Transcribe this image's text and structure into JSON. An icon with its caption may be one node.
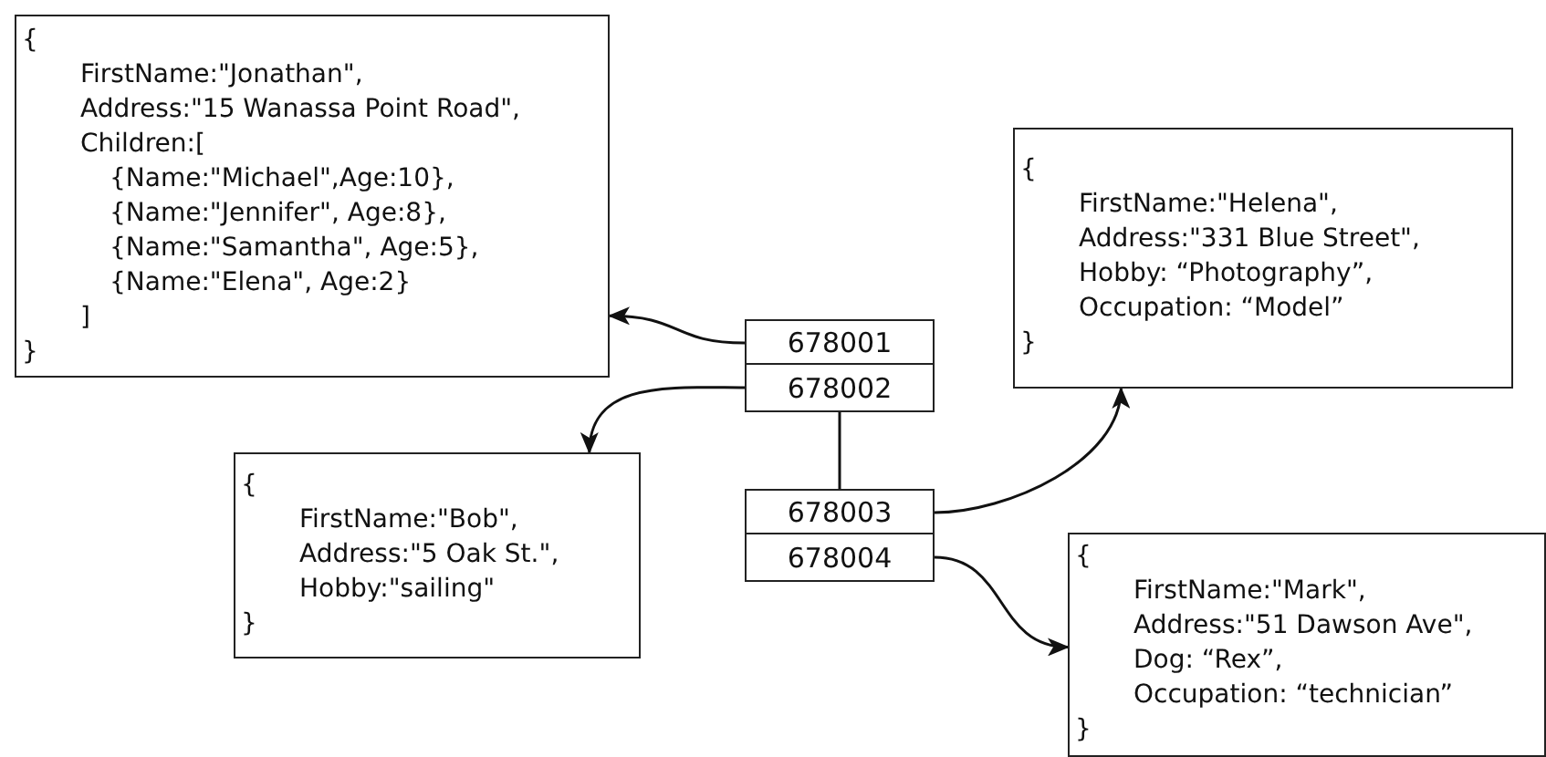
{
  "diagram": {
    "nodes": [
      {
        "text": [
          "{",
          "FirstName:\"Jonathan\",",
          "Address:\"15 Wanassa Point Road\",",
          "Children:[",
          "{Name:\"Michael\",Age:10},",
          "{Name:\"Jennifer\", Age:8},",
          "{Name:\"Samantha\", Age:5},",
          "{Name:\"Elena\", Age:2}",
          "]",
          "}"
        ]
      },
      {
        "text": [
          "{",
          "FirstName:\"Helena\",",
          "Address:\"331 Blue Street\",",
          "Hobby: “Photography”,",
          "Occupation: “Model”",
          "}"
        ]
      },
      {
        "text": [
          "678001"
        ]
      },
      {
        "text": [
          "678002"
        ]
      },
      {
        "text": [
          "{",
          "FirstName:\"Bob\",",
          "Address:\"5 Oak St.\",",
          "Hobby:\"sailing\"",
          "}"
        ]
      },
      {
        "text": [
          "678003"
        ]
      },
      {
        "text": [
          "678004"
        ]
      },
      {
        "text": [
          "{",
          "FirstName:\"Mark\",",
          "Address:\"51 Dawson Ave\",",
          "Dog: “Rex”,",
          "Occupation: “technician”",
          "}"
        ]
      }
    ],
    "edges": [
      {
        "from": 2,
        "to": 0,
        "arrow": "to"
      },
      {
        "from": 3,
        "to": 4,
        "arrow": "to"
      },
      {
        "from": 3,
        "to": 5,
        "arrow": "none"
      },
      {
        "from": 5,
        "to": 1,
        "arrow": "to"
      },
      {
        "from": 6,
        "to": 7,
        "arrow": "to"
      }
    ]
  }
}
